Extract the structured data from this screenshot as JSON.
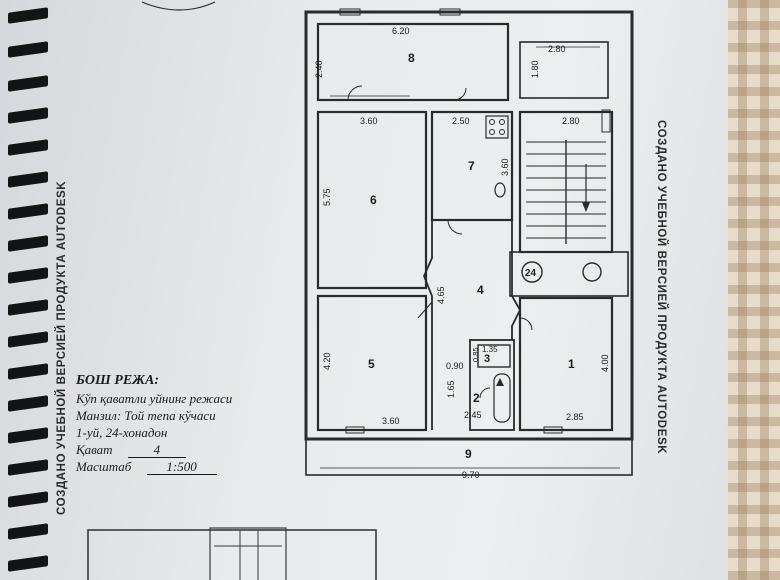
{
  "watermark": "СОЗДАНО УЧЕБНОЙ ВЕРСИЕЙ ПРОДУКТА AUTODESK",
  "title_block": {
    "heading": "БОШ РЕЖА:",
    "line1": "Кўп қаватли уйнинг режаси",
    "address": "Манзил: Той тепа кўчаси",
    "unit": "1-уй, 24-хонадон",
    "floor_label": "Қават",
    "floor_value": "4",
    "scale_label": "Масштаб",
    "scale_value": "1:500"
  },
  "rooms": {
    "r1": "1",
    "r2": "2",
    "r3": "3",
    "r4": "4",
    "r5": "5",
    "r6": "6",
    "r7": "7",
    "r8": "8",
    "r9": "9",
    "stair": "24"
  },
  "dimensions": {
    "d620": "6.20",
    "d240": "2.40",
    "d280_top": "2.80",
    "d180": "1.80",
    "d360_6": "3.60",
    "d250": "2.50",
    "d280_stair": "2.80",
    "d575": "5.75",
    "d360_7": "3.60",
    "d465": "4.65",
    "d420": "4.20",
    "d090": "0.90",
    "d135": "1.35",
    "d085": "0.85",
    "d165": "1.65",
    "d245": "2.45",
    "d360_5": "3.60",
    "d400": "4.00",
    "d285": "2.85",
    "d970": "9.70"
  }
}
